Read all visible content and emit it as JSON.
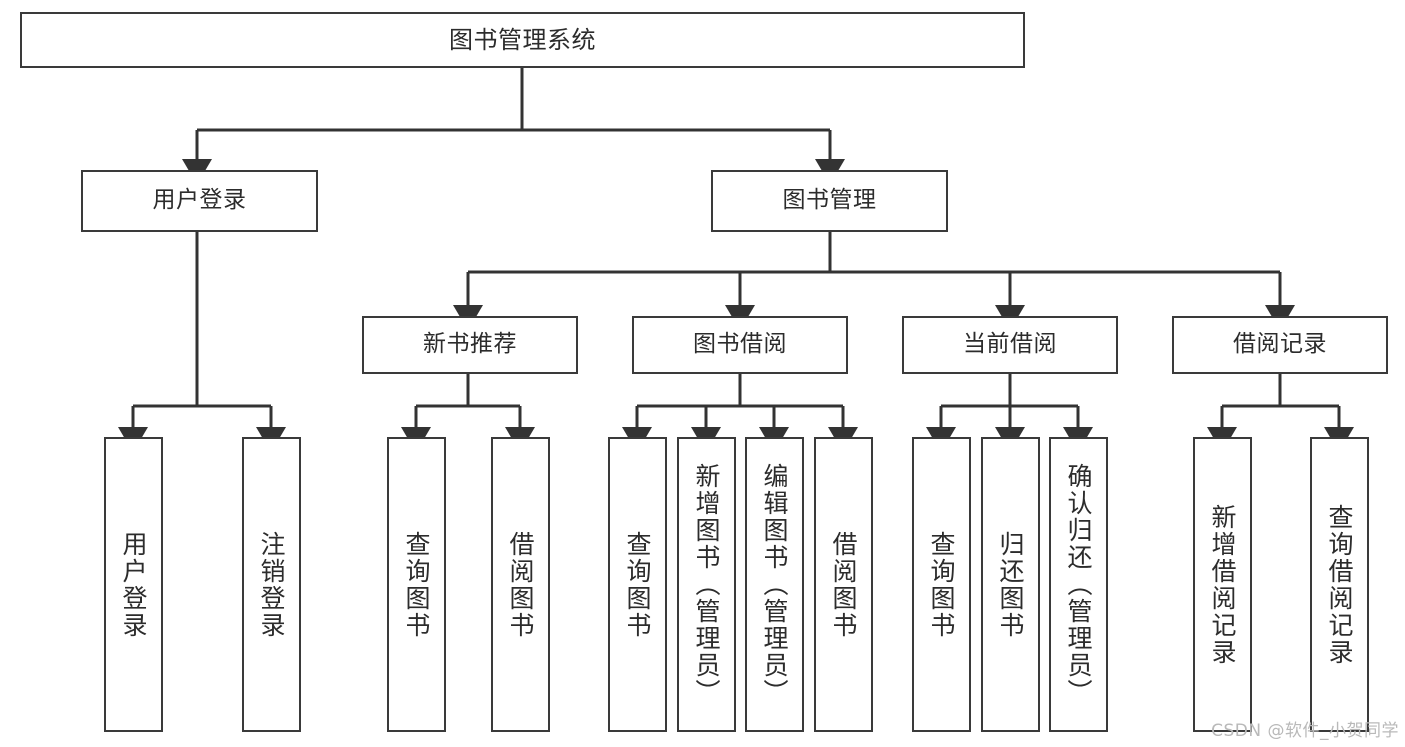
{
  "diagram": {
    "title": "图书管理系统",
    "type": "tree-hierarchy",
    "watermark": "CSDN @软件_小贺同学",
    "colors": {
      "box_border": "#3a3a3a",
      "box_fill": "#ffffff",
      "edge": "#333333",
      "text": "#2c2c2c",
      "watermark": "#b9b9b9",
      "background": "#ffffff"
    }
  },
  "nodes": {
    "root": {
      "label": "图书管理系统"
    },
    "level2": [
      {
        "id": "user-login",
        "label": "用户登录"
      },
      {
        "id": "book-management",
        "label": "图书管理"
      }
    ],
    "level3": [
      {
        "id": "new-book-recommend",
        "label": "新书推荐"
      },
      {
        "id": "book-borrow",
        "label": "图书借阅"
      },
      {
        "id": "current-borrow",
        "label": "当前借阅"
      },
      {
        "id": "borrow-record",
        "label": "借阅记录"
      }
    ],
    "leaves": {
      "user_login": [
        {
          "id": "leaf-user-login",
          "label": "用户登录"
        },
        {
          "id": "leaf-logout-login",
          "label": "注销登录"
        }
      ],
      "new_book_recommend": [
        {
          "id": "leaf-query-book-1",
          "label": "查询图书"
        },
        {
          "id": "leaf-borrow-book-1",
          "label": "借阅图书"
        }
      ],
      "book_borrow": [
        {
          "id": "leaf-query-book-2",
          "label": "查询图书"
        },
        {
          "id": "leaf-add-book-admin",
          "label": "新增图书（管理员）"
        },
        {
          "id": "leaf-edit-book-admin",
          "label": "编辑图书（管理员）"
        },
        {
          "id": "leaf-borrow-book-2",
          "label": "借阅图书"
        }
      ],
      "current_borrow": [
        {
          "id": "leaf-query-book-3",
          "label": "查询图书"
        },
        {
          "id": "leaf-return-book",
          "label": "归还图书"
        },
        {
          "id": "leaf-confirm-return-admin",
          "label": "确认归还（管理员）"
        }
      ],
      "borrow_record": [
        {
          "id": "leaf-add-borrow-record",
          "label": "新增借阅记录"
        },
        {
          "id": "leaf-query-borrow-record",
          "label": "查询借阅记录"
        }
      ]
    }
  }
}
